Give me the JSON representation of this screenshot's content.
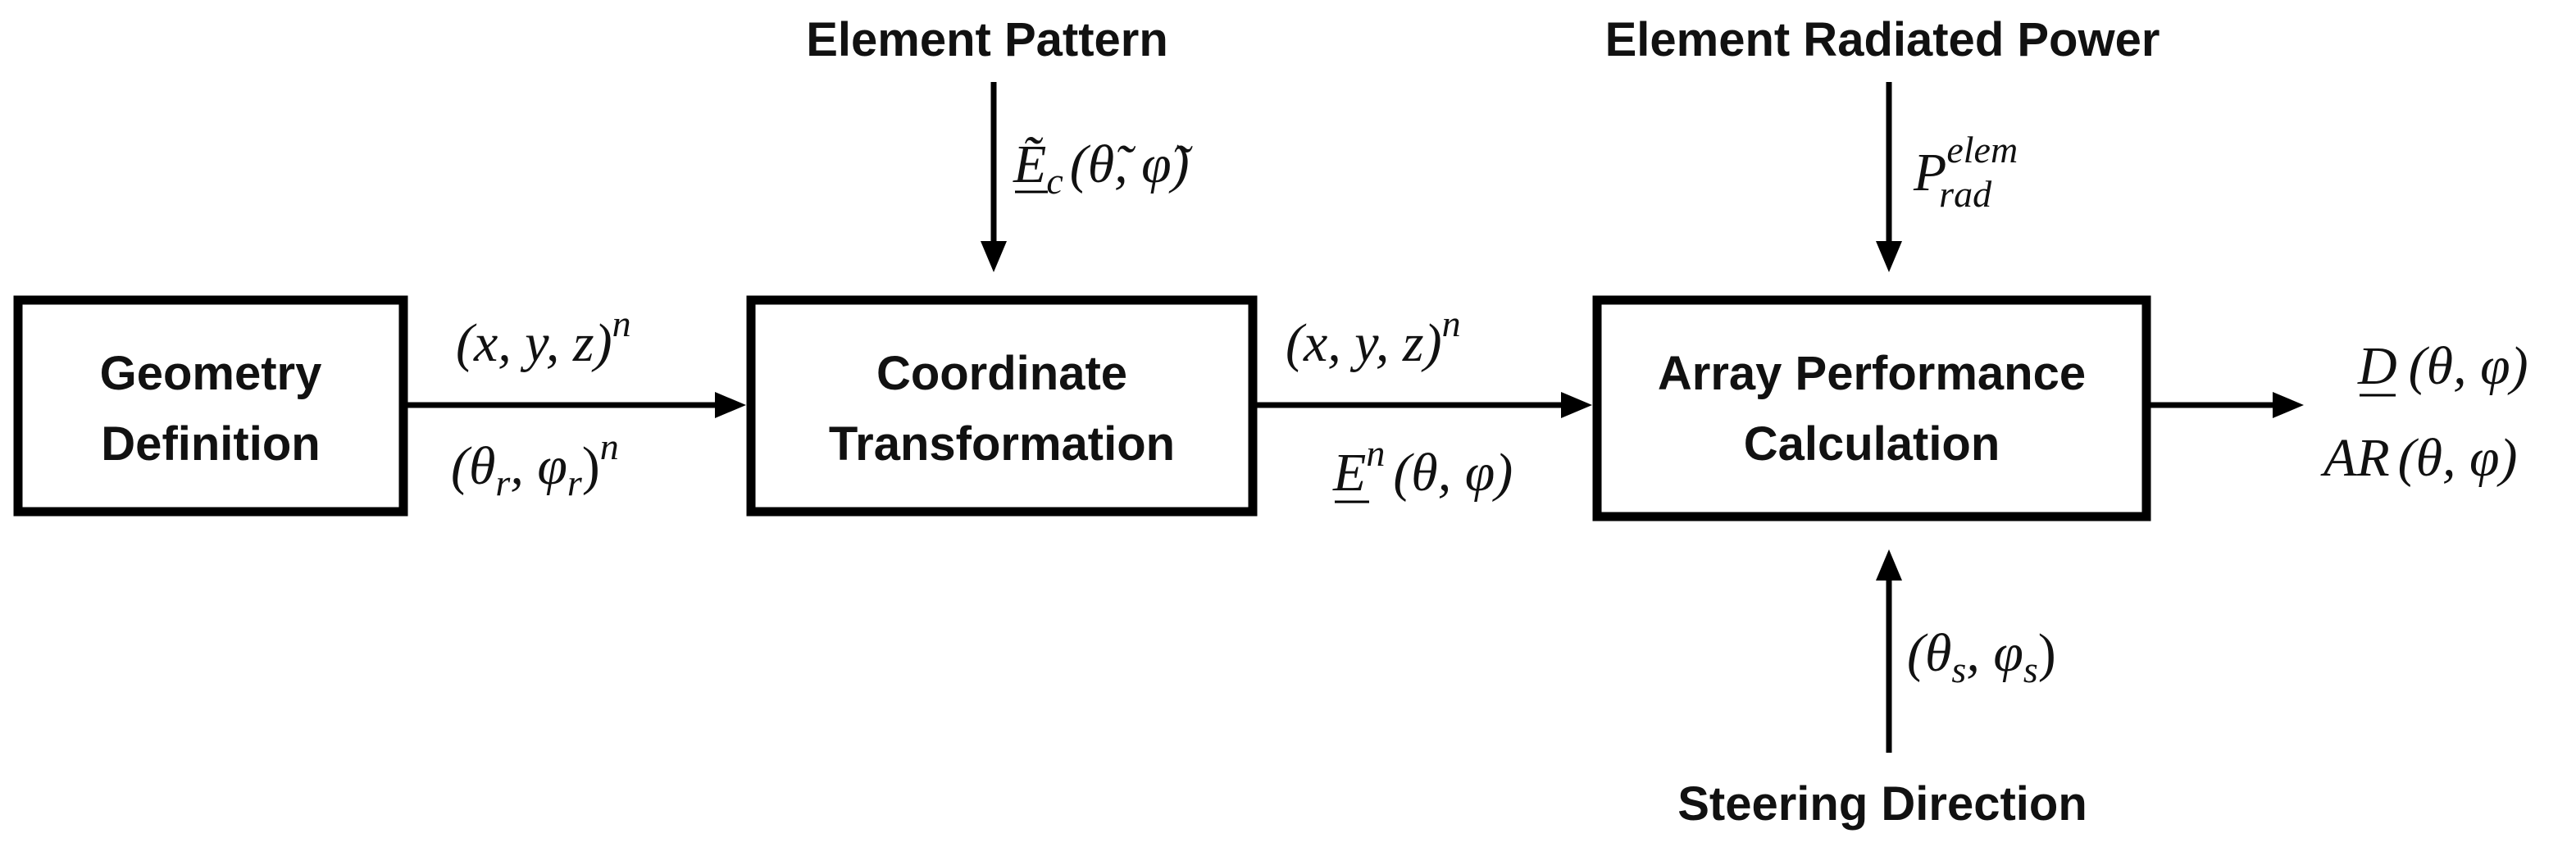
{
  "blocks": {
    "geometry": {
      "line1": "Geometry",
      "line2": "Definition"
    },
    "coordinate": {
      "line1": "Coordinate",
      "line2": "Transformation"
    },
    "array": {
      "line1": "Array Performance",
      "line2": "Calculation"
    }
  },
  "inputs": {
    "element_pattern": "Element Pattern",
    "element_radiated_power": "Element Radiated Power",
    "steering_direction": "Steering Direction"
  },
  "math": {
    "xyz": "(x, y, z)",
    "n": "n",
    "theta_r_phi_r_open": "(θ",
    "sub_r": "r",
    "comma_phi": ", φ",
    "close_paren": ")",
    "E_c": "Ẽ",
    "sub_c": "c",
    "theta_phi_tilde": "(θ̃, φ̃)",
    "E": "E",
    "theta_phi": "(θ, φ)",
    "P": "P",
    "sup_elem": "elem",
    "sub_rad": "rad",
    "theta_s_open": "(θ",
    "sub_s": "s",
    "comma_phi_s": ", φ",
    "D": "D",
    "AR": "AR"
  }
}
